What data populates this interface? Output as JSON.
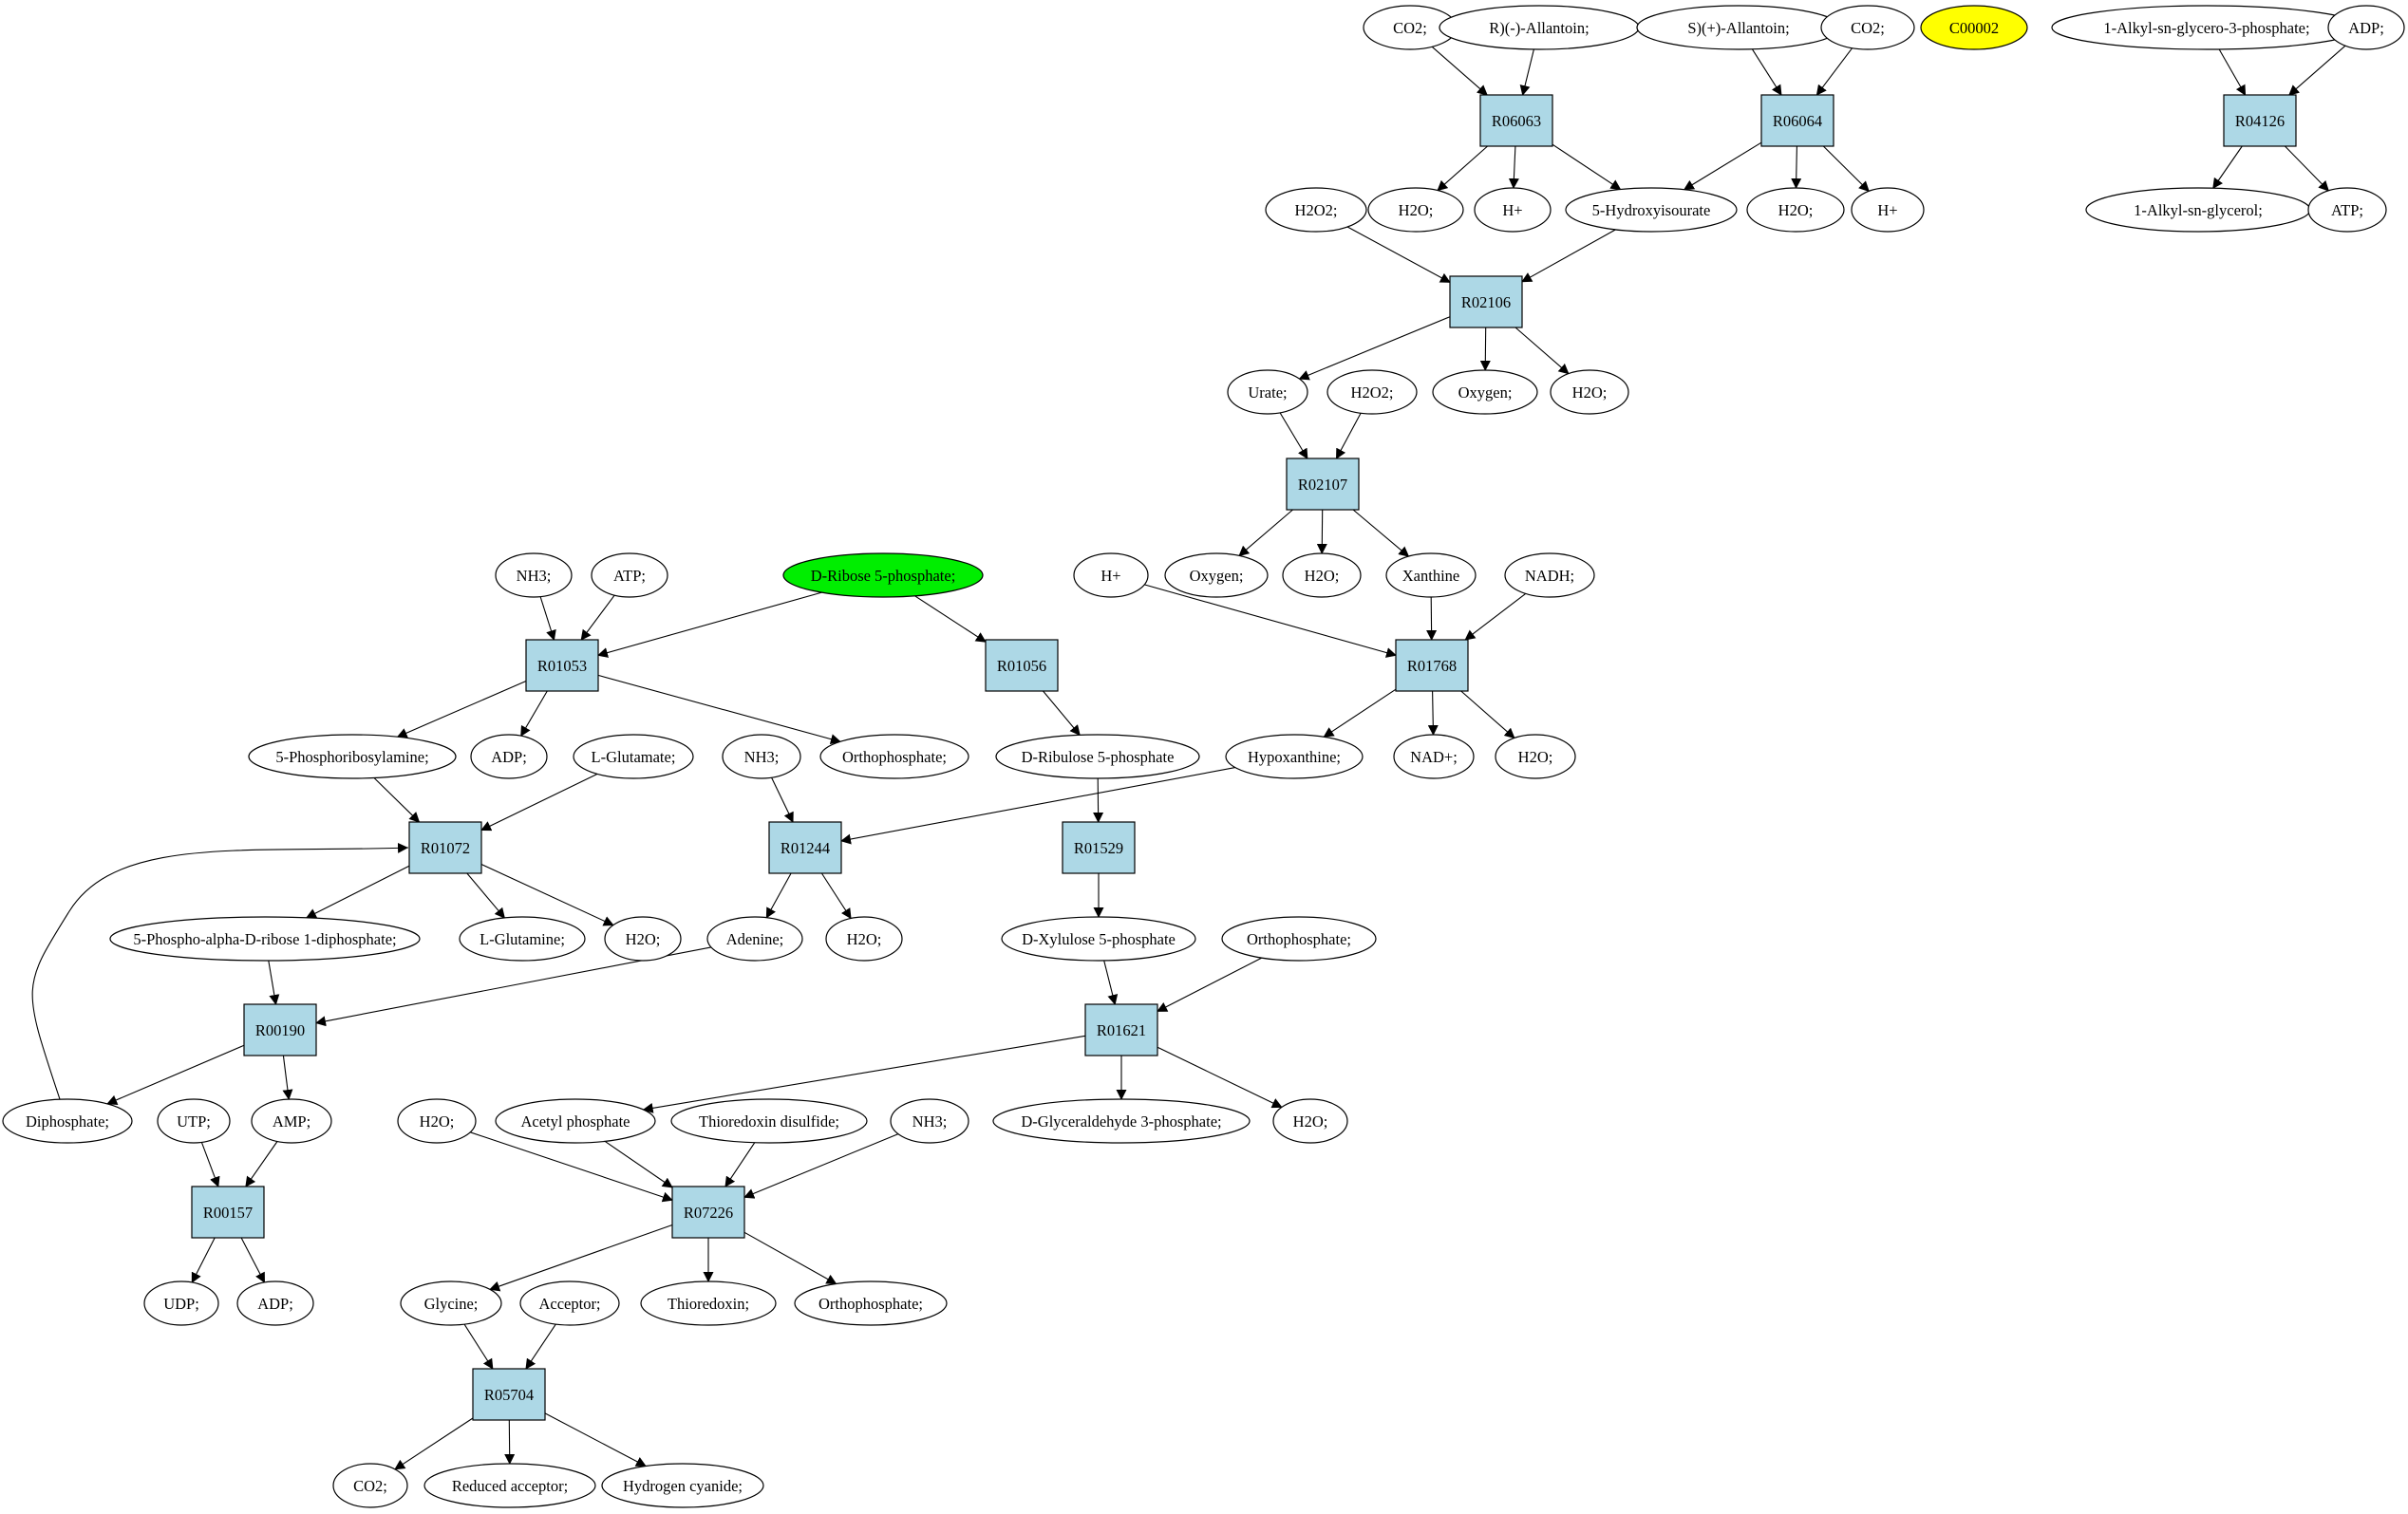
{
  "colors": {
    "reaction_fill": "#add8e6",
    "compound_fill": "#ffffff",
    "highlight_green": "#00ee00",
    "highlight_yellow": "#ffff00",
    "stroke": "#000000"
  },
  "reactions": [
    {
      "id": "r06063",
      "label": "R06063"
    },
    {
      "id": "r06064",
      "label": "R06064"
    },
    {
      "id": "r04126",
      "label": "R04126"
    },
    {
      "id": "r02106",
      "label": "R02106"
    },
    {
      "id": "r02107",
      "label": "R02107"
    },
    {
      "id": "r01053",
      "label": "R01053"
    },
    {
      "id": "r01056",
      "label": "R01056"
    },
    {
      "id": "r01768",
      "label": "R01768"
    },
    {
      "id": "r01072",
      "label": "R01072"
    },
    {
      "id": "r01244",
      "label": "R01244"
    },
    {
      "id": "r01529",
      "label": "R01529"
    },
    {
      "id": "r00190",
      "label": "R00190"
    },
    {
      "id": "r01621",
      "label": "R01621"
    },
    {
      "id": "r00157",
      "label": "R00157"
    },
    {
      "id": "r07226",
      "label": "R07226"
    },
    {
      "id": "r05704",
      "label": "R05704"
    }
  ],
  "compounds": [
    {
      "id": "c_co2_a",
      "label": "CO2;"
    },
    {
      "id": "c_rallantoin",
      "label": "R)(-)-Allantoin;"
    },
    {
      "id": "c_sallantoin",
      "label": "S)(+)-Allantoin;"
    },
    {
      "id": "c_co2_b",
      "label": "CO2;"
    },
    {
      "id": "c_c00002",
      "label": "C00002",
      "highlight": "yellow"
    },
    {
      "id": "c_alkylglyp",
      "label": "1-Alkyl-sn-glycero-3-phosphate;"
    },
    {
      "id": "c_adp_a",
      "label": "ADP;"
    },
    {
      "id": "c_h2o2_a",
      "label": "H2O2;"
    },
    {
      "id": "c_h2o_a",
      "label": "H2O;"
    },
    {
      "id": "c_hplus_a",
      "label": "H+"
    },
    {
      "id": "c_hydroxyisourate",
      "label": "5-Hydroxyisourate"
    },
    {
      "id": "c_h2o_b",
      "label": "H2O;"
    },
    {
      "id": "c_hplus_b",
      "label": "H+"
    },
    {
      "id": "c_alkylgly",
      "label": "1-Alkyl-sn-glycerol;"
    },
    {
      "id": "c_atp_a",
      "label": "ATP;"
    },
    {
      "id": "c_urate",
      "label": "Urate;"
    },
    {
      "id": "c_h2o2_b",
      "label": "H2O2;"
    },
    {
      "id": "c_oxygen_a",
      "label": "Oxygen;"
    },
    {
      "id": "c_h2o_c",
      "label": "H2O;"
    },
    {
      "id": "c_nh3_a",
      "label": "NH3;"
    },
    {
      "id": "c_atp_b",
      "label": "ATP;"
    },
    {
      "id": "c_ribose5p",
      "label": "D-Ribose 5-phosphate;",
      "highlight": "green"
    },
    {
      "id": "c_hplus_c",
      "label": "H+"
    },
    {
      "id": "c_oxygen_b",
      "label": "Oxygen;"
    },
    {
      "id": "c_h2o_d",
      "label": "H2O;"
    },
    {
      "id": "c_xanthine",
      "label": "Xanthine"
    },
    {
      "id": "c_nadh",
      "label": "NADH;"
    },
    {
      "id": "c_prib_amine",
      "label": "5-Phosphoribosylamine;"
    },
    {
      "id": "c_adp_b",
      "label": "ADP;"
    },
    {
      "id": "c_lglutamate",
      "label": "L-Glutamate;"
    },
    {
      "id": "c_nh3_b",
      "label": "NH3;"
    },
    {
      "id": "c_orthop_a",
      "label": "Orthophosphate;"
    },
    {
      "id": "c_ribulose5p",
      "label": "D-Ribulose 5-phosphate"
    },
    {
      "id": "c_hypoxanthine",
      "label": "Hypoxanthine;"
    },
    {
      "id": "c_nadplus",
      "label": "NAD+;"
    },
    {
      "id": "c_h2o_e",
      "label": "H2O;"
    },
    {
      "id": "c_prpp",
      "label": "5-Phospho-alpha-D-ribose 1-diphosphate;"
    },
    {
      "id": "c_lglutamine",
      "label": "L-Glutamine;"
    },
    {
      "id": "c_h2o_f",
      "label": "H2O;"
    },
    {
      "id": "c_adenine",
      "label": "Adenine;"
    },
    {
      "id": "c_h2o_g",
      "label": "H2O;"
    },
    {
      "id": "c_xylulose5p",
      "label": "D-Xylulose 5-phosphate"
    },
    {
      "id": "c_orthop_b",
      "label": "Orthophosphate;"
    },
    {
      "id": "c_diphosphate",
      "label": "Diphosphate;"
    },
    {
      "id": "c_utp",
      "label": "UTP;"
    },
    {
      "id": "c_amp",
      "label": "AMP;"
    },
    {
      "id": "c_h2o_h",
      "label": "H2O;"
    },
    {
      "id": "c_acetylp",
      "label": "Acetyl phosphate"
    },
    {
      "id": "c_thioredoxin_ds",
      "label": "Thioredoxin disulfide;"
    },
    {
      "id": "c_nh3_c",
      "label": "NH3;"
    },
    {
      "id": "c_g3p",
      "label": "D-Glyceraldehyde 3-phosphate;"
    },
    {
      "id": "c_h2o_i",
      "label": "H2O;"
    },
    {
      "id": "c_udp",
      "label": "UDP;"
    },
    {
      "id": "c_adp_c",
      "label": "ADP;"
    },
    {
      "id": "c_glycine",
      "label": "Glycine;"
    },
    {
      "id": "c_acceptor",
      "label": "Acceptor;"
    },
    {
      "id": "c_thioredoxin",
      "label": "Thioredoxin;"
    },
    {
      "id": "c_orthop_c",
      "label": "Orthophosphate;"
    },
    {
      "id": "c_co2_c",
      "label": "CO2;"
    },
    {
      "id": "c_reduced_acceptor",
      "label": "Reduced acceptor;"
    },
    {
      "id": "c_hcn",
      "label": "Hydrogen cyanide;"
    }
  ],
  "edges": [
    [
      "c_co2_a",
      "r06063"
    ],
    [
      "c_rallantoin",
      "r06063"
    ],
    [
      "r06063",
      "c_h2o_a"
    ],
    [
      "r06063",
      "c_hplus_a"
    ],
    [
      "r06063",
      "c_hydroxyisourate"
    ],
    [
      "c_sallantoin",
      "r06064"
    ],
    [
      "c_co2_b",
      "r06064"
    ],
    [
      "r06064",
      "c_hydroxyisourate"
    ],
    [
      "r06064",
      "c_h2o_b"
    ],
    [
      "r06064",
      "c_hplus_b"
    ],
    [
      "c_alkylglyp",
      "r04126"
    ],
    [
      "c_adp_a",
      "r04126"
    ],
    [
      "r04126",
      "c_alkylgly"
    ],
    [
      "r04126",
      "c_atp_a"
    ],
    [
      "c_h2o2_a",
      "r02106"
    ],
    [
      "c_hydroxyisourate",
      "r02106"
    ],
    [
      "r02106",
      "c_urate"
    ],
    [
      "r02106",
      "c_oxygen_a"
    ],
    [
      "r02106",
      "c_h2o_c"
    ],
    [
      "c_urate",
      "r02107"
    ],
    [
      "c_h2o2_b",
      "r02107"
    ],
    [
      "r02107",
      "c_oxygen_b"
    ],
    [
      "r02107",
      "c_h2o_d"
    ],
    [
      "r02107",
      "c_xanthine"
    ],
    [
      "c_hplus_c",
      "r01768"
    ],
    [
      "c_xanthine",
      "r01768"
    ],
    [
      "c_nadh",
      "r01768"
    ],
    [
      "r01768",
      "c_hypoxanthine"
    ],
    [
      "r01768",
      "c_nadplus"
    ],
    [
      "r01768",
      "c_h2o_e"
    ],
    [
      "c_nh3_a",
      "r01053"
    ],
    [
      "c_atp_b",
      "r01053"
    ],
    [
      "c_ribose5p",
      "r01053"
    ],
    [
      "r01053",
      "c_prib_amine"
    ],
    [
      "r01053",
      "c_adp_b"
    ],
    [
      "r01053",
      "c_orthop_a"
    ],
    [
      "c_ribose5p",
      "r01056"
    ],
    [
      "r01056",
      "c_ribulose5p"
    ],
    [
      "c_prib_amine",
      "r01072"
    ],
    [
      "c_lglutamate",
      "r01072"
    ],
    [
      "r01072",
      "c_prpp"
    ],
    [
      "r01072",
      "c_lglutamine"
    ],
    [
      "r01072",
      "c_h2o_f"
    ],
    [
      "c_nh3_b",
      "r01244"
    ],
    [
      "c_hypoxanthine",
      "r01244"
    ],
    [
      "r01244",
      "c_adenine"
    ],
    [
      "r01244",
      "c_h2o_g"
    ],
    [
      "c_ribulose5p",
      "r01529"
    ],
    [
      "r01529",
      "c_xylulose5p"
    ],
    [
      "c_prpp",
      "r00190"
    ],
    [
      "c_adenine",
      "r00190"
    ],
    [
      "r00190",
      "c_diphosphate"
    ],
    [
      "r00190",
      "c_amp"
    ],
    [
      "c_diphosphate",
      "r01072"
    ],
    [
      "c_xylulose5p",
      "r01621"
    ],
    [
      "c_orthop_b",
      "r01621"
    ],
    [
      "r01621",
      "c_acetylp"
    ],
    [
      "r01621",
      "c_g3p"
    ],
    [
      "r01621",
      "c_h2o_i"
    ],
    [
      "c_utp",
      "r00157"
    ],
    [
      "c_amp",
      "r00157"
    ],
    [
      "r00157",
      "c_udp"
    ],
    [
      "r00157",
      "c_adp_c"
    ],
    [
      "c_h2o_h",
      "r07226"
    ],
    [
      "c_acetylp",
      "r07226"
    ],
    [
      "c_thioredoxin_ds",
      "r07226"
    ],
    [
      "c_nh3_c",
      "r07226"
    ],
    [
      "r07226",
      "c_glycine"
    ],
    [
      "r07226",
      "c_thioredoxin"
    ],
    [
      "r07226",
      "c_orthop_c"
    ],
    [
      "c_glycine",
      "r05704"
    ],
    [
      "c_acceptor",
      "r05704"
    ],
    [
      "r05704",
      "c_co2_c"
    ],
    [
      "r05704",
      "c_reduced_acceptor"
    ],
    [
      "r05704",
      "c_hcn"
    ]
  ]
}
